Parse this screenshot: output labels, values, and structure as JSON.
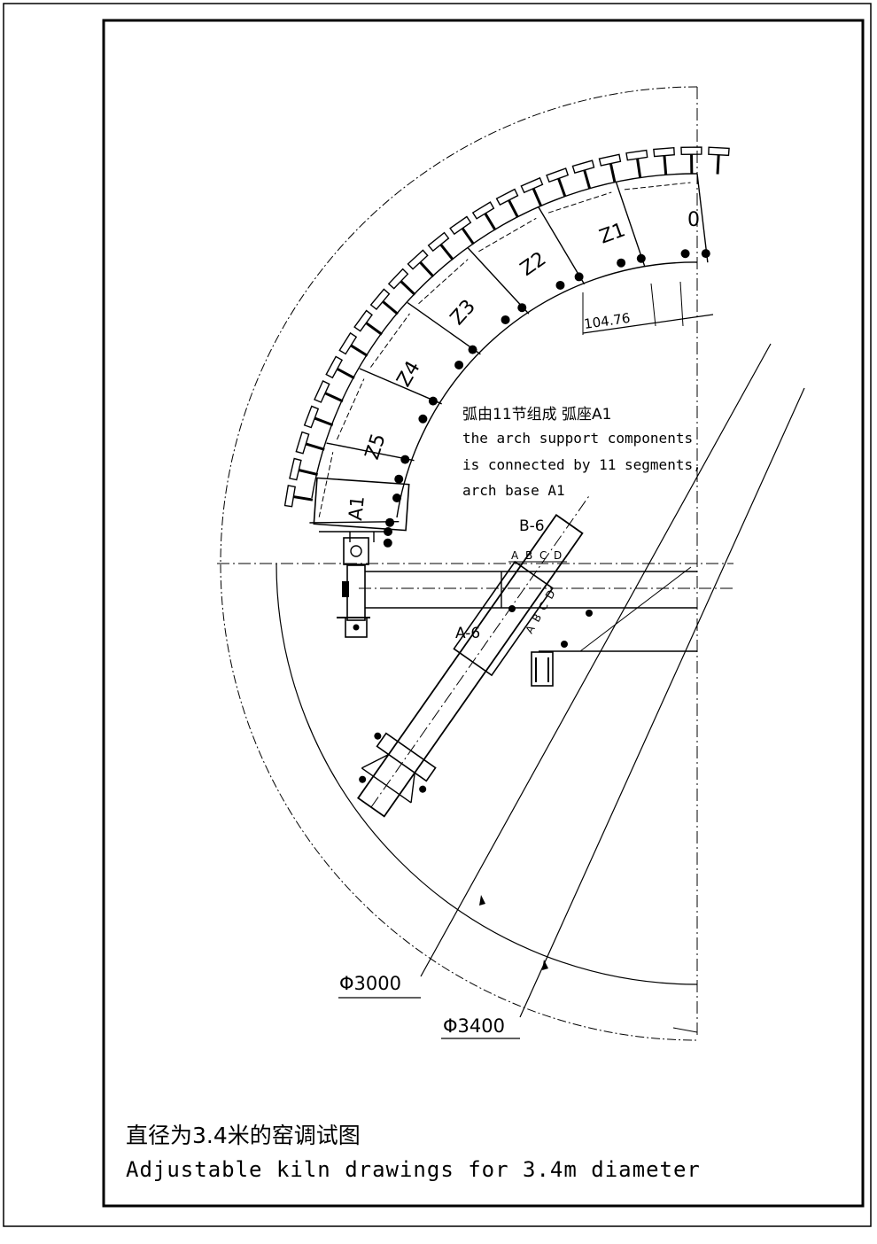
{
  "segments": [
    "0",
    "Z1",
    "Z2",
    "Z3",
    "Z4",
    "Z5",
    "A1"
  ],
  "dimension_104": "104.76",
  "note": {
    "cn": "弧由11节组成 弧座A1",
    "en_line1": "the arch support components",
    "en_line2": "is connected by 11 segments,",
    "en_line3": "arch base A1"
  },
  "section_b": "B-6",
  "section_a": "A-6",
  "abcd_top": [
    "A",
    "B",
    "C",
    "D"
  ],
  "abcd_diag": [
    "A",
    "B",
    "C",
    "D"
  ],
  "diameter_inner": "Φ3000",
  "diameter_outer": "Φ3400",
  "title": {
    "cn": "直径为3.4米的窑调试图",
    "en": "Adjustable kiln drawings for 3.4m diameter"
  }
}
